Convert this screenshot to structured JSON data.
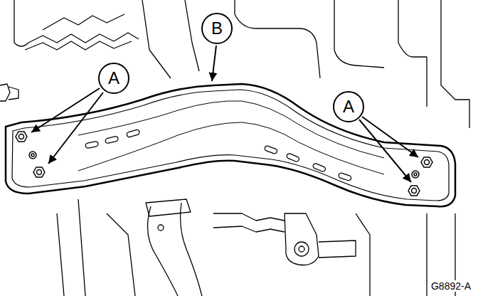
{
  "diagram": {
    "nodes": [
      {
        "text": [
          "B"
        ]
      },
      {
        "text": [
          "A"
        ]
      },
      {
        "text": [
          "A"
        ]
      }
    ],
    "labels": [
      "G8892-A"
    ]
  }
}
